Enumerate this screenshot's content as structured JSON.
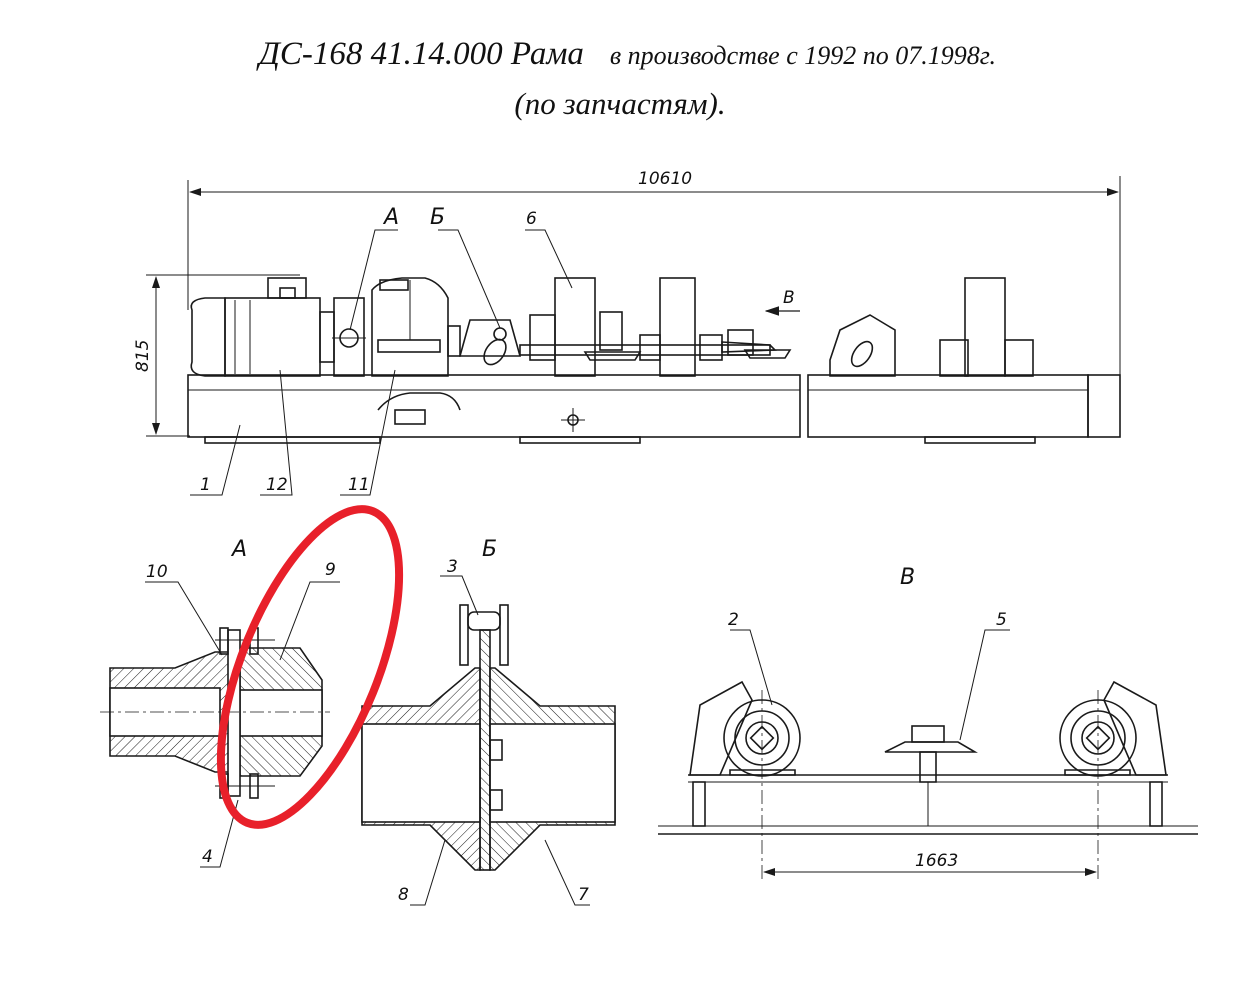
{
  "title": {
    "main": "ДС-168 41.14.000 Рама",
    "period": "в производстве с 1992 по 07.1998г.",
    "note": "(по запчастям)."
  },
  "dimensions": {
    "overall_length": "10610",
    "height": "815",
    "roller_spacing": "1663"
  },
  "views": {
    "a": "А",
    "b": "Б",
    "v": "В",
    "v_arrow": "В"
  },
  "callouts": [
    "1",
    "2",
    "3",
    "4",
    "5",
    "6",
    "7",
    "8",
    "9",
    "10",
    "11",
    "12"
  ],
  "colors": {
    "line": "#1a1a1a",
    "highlight": "#e8202a"
  }
}
